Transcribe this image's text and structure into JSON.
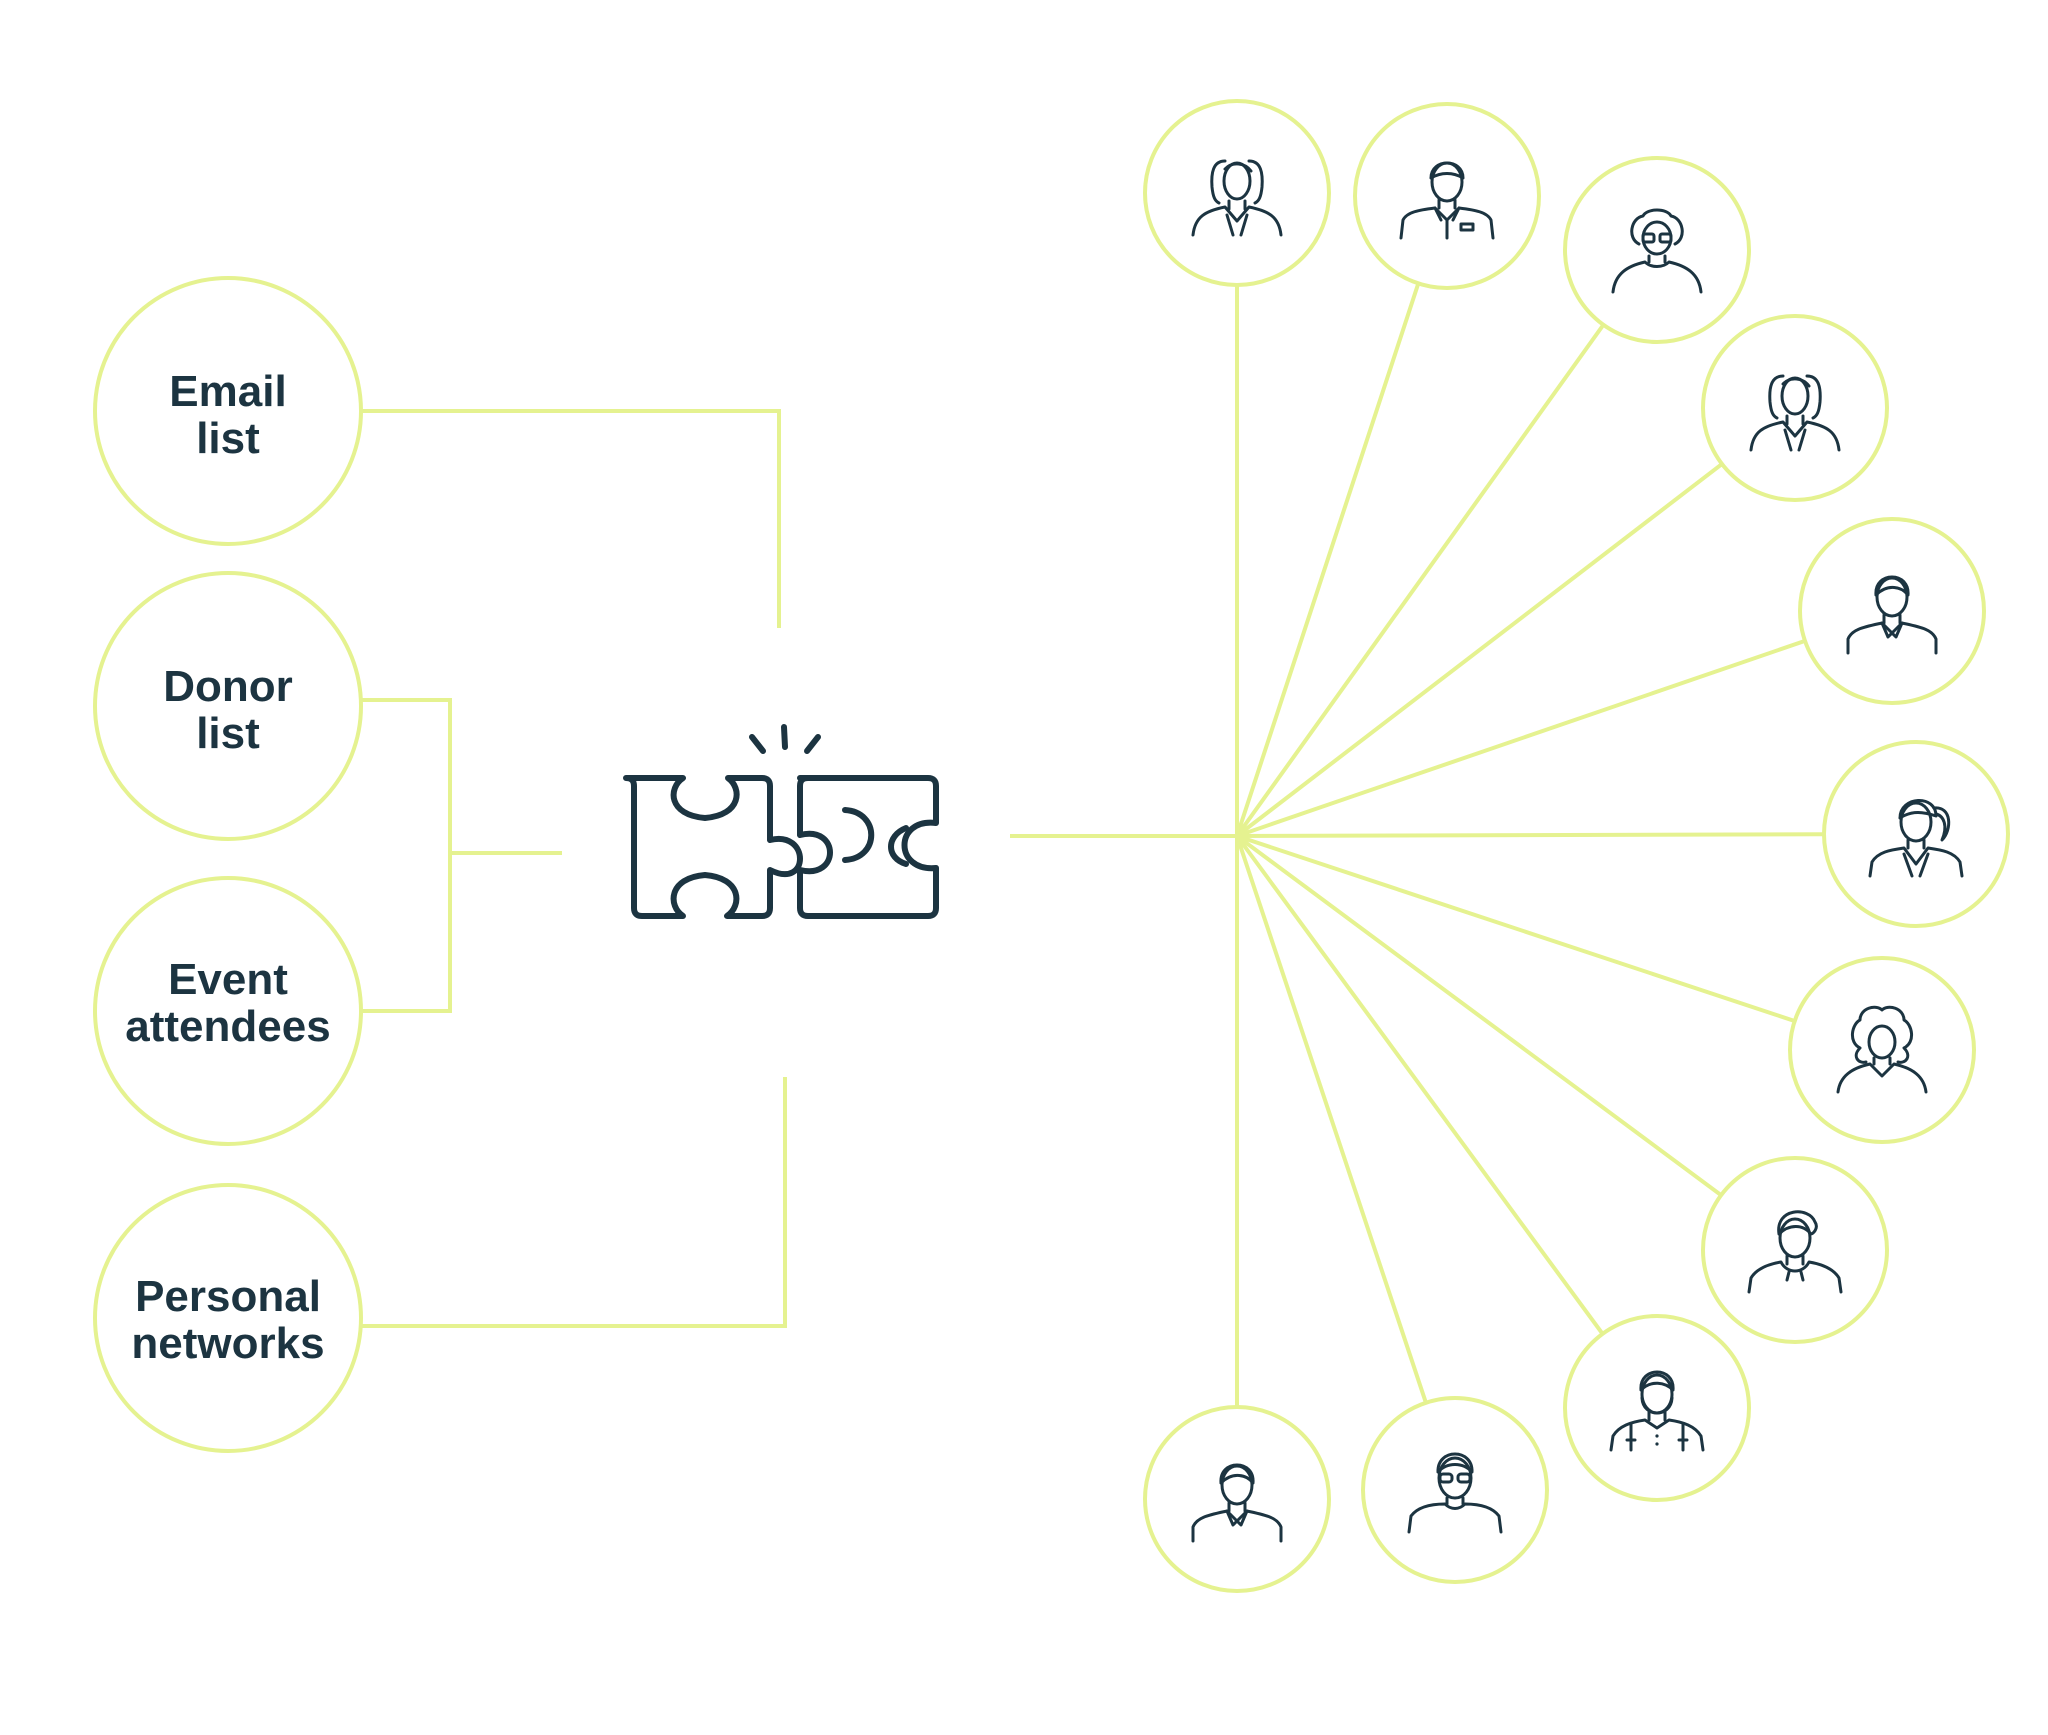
{
  "colors": {
    "accent": "#e5f290",
    "ink": "#1c3441",
    "background": "#ffffff"
  },
  "sources": [
    {
      "line1": "Email",
      "line2": "list"
    },
    {
      "line1": "Donor",
      "line2": "list"
    },
    {
      "line1": "Event",
      "line2": "attendees"
    },
    {
      "line1": "Personal",
      "line2": "networks"
    }
  ],
  "center_icon": "puzzle-pieces-connecting-icon",
  "people": [
    {
      "icon": "woman-bob-hair-icon"
    },
    {
      "icon": "man-with-badge-icon"
    },
    {
      "icon": "woman-curly-glasses-icon"
    },
    {
      "icon": "woman-bob-hair-icon"
    },
    {
      "icon": "man-with-collar-icon"
    },
    {
      "icon": "woman-ponytail-icon"
    },
    {
      "icon": "woman-curly-hair-icon"
    },
    {
      "icon": "man-with-hoodie-icon"
    },
    {
      "icon": "man-with-beard-icon"
    },
    {
      "icon": "man-with-glasses-icon"
    },
    {
      "icon": "man-with-collar-icon"
    }
  ]
}
